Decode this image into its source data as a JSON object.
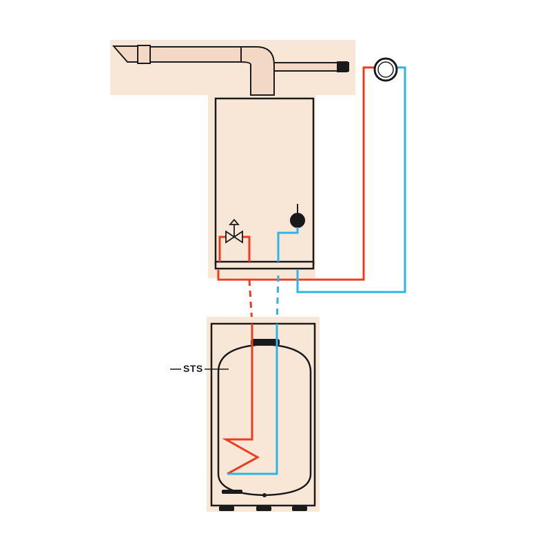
{
  "labels": {
    "sts": "STS"
  },
  "colors": {
    "background": "#ffffff",
    "panel": "#f8e6d6",
    "outline": "#1a1a1a",
    "hot_pipe": "#ee3b1f",
    "cold_pipe": "#2cb4e6"
  },
  "components": {
    "flue": "flue-pipe",
    "boiler": "boiler-unit",
    "radiator": "radiator-circle",
    "valve": "three-way-valve-icon",
    "pump": "pump-icon",
    "cylinder": "hot-water-cylinder",
    "coil": "heating-coil"
  }
}
